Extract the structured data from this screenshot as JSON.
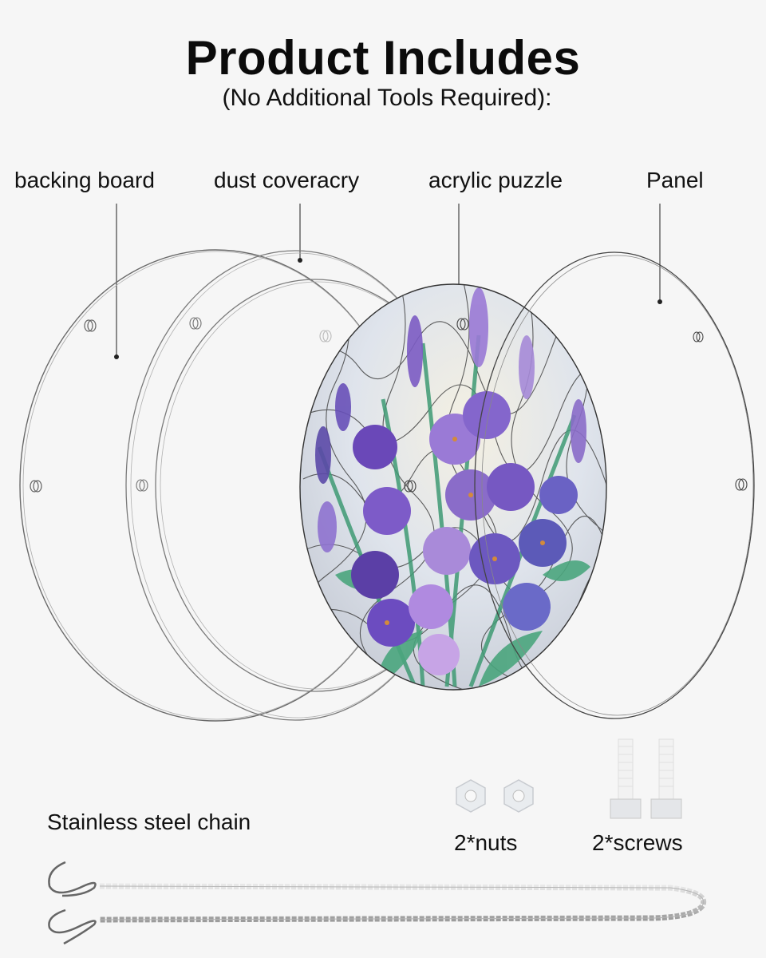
{
  "header": {
    "title": "Product Includes",
    "subtitle": "(No Additional Tools Required):"
  },
  "components": [
    {
      "id": "backing-board",
      "label": "backing board"
    },
    {
      "id": "dust-cover",
      "label": "dust coveracry"
    },
    {
      "id": "acrylic-puzzle",
      "label": "acrylic puzzle"
    },
    {
      "id": "panel",
      "label": "Panel"
    }
  ],
  "accessories": {
    "chain_label": "Stainless steel chain",
    "nuts_label": "2*nuts",
    "screws_label": "2*screws"
  },
  "colors": {
    "background": "#f6f6f6",
    "text": "#111111",
    "outline": "#555555",
    "lavender": "#8a6cc9",
    "violet": "#5b3fa6",
    "leaf": "#3f9a74"
  }
}
